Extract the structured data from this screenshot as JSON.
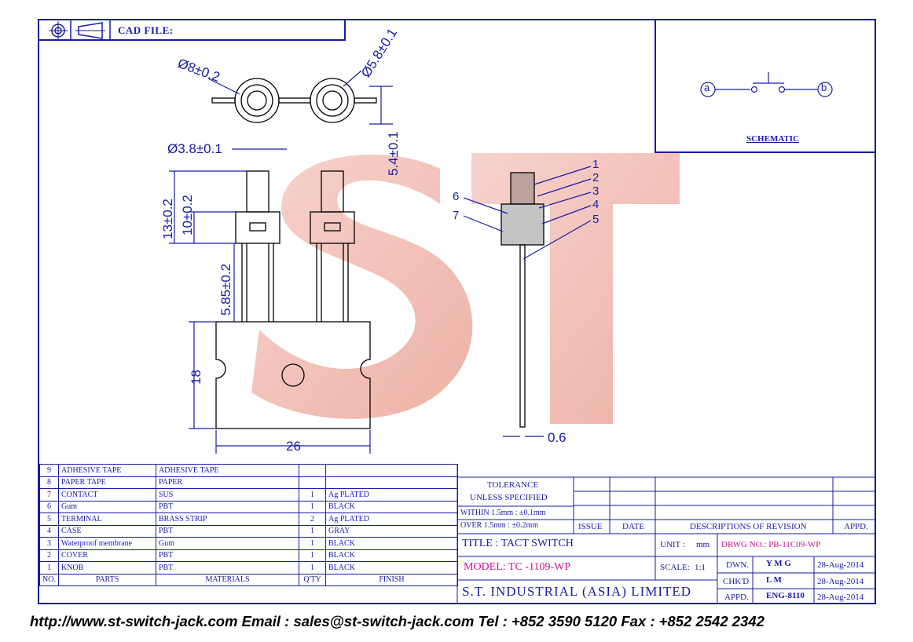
{
  "header": {
    "cad_label": "CAD FILE:"
  },
  "dimensions": {
    "d_outer": "Ø8±0.2",
    "d_inner": "Ø5.8±0.1",
    "d_knob": "Ø3.8±0.1",
    "h_total": "13±0.2",
    "h_body": "10±0.2",
    "h_top": "5.4±0.1",
    "h_pin": "5.85±0.2",
    "h_tape": "18",
    "w_tape": "26",
    "t_tape": "0.6"
  },
  "callouts": [
    "1",
    "2",
    "3",
    "4",
    "5",
    "6",
    "7"
  ],
  "schematic": {
    "terminal_a": "a",
    "terminal_b": "b",
    "label": "SCHEMATIC"
  },
  "parts": [
    {
      "no": "9",
      "part": "ADHESIVE TAPE",
      "material": "ADHESIVE TAPE",
      "qty": "",
      "finish": ""
    },
    {
      "no": "8",
      "part": "PAPER TAPE",
      "material": "PAPER",
      "qty": "",
      "finish": ""
    },
    {
      "no": "7",
      "part": "CONTACT",
      "material": "SUS",
      "qty": "1",
      "finish": "Ag PLATED"
    },
    {
      "no": "6",
      "part": "Gum",
      "material": "PBT",
      "qty": "1",
      "finish": "BLACK"
    },
    {
      "no": "5",
      "part": "TERMINAL",
      "material": "BRASS STRIP",
      "qty": "2",
      "finish": "Ag PLATED"
    },
    {
      "no": "4",
      "part": "CASE",
      "material": "PBT",
      "qty": "1",
      "finish": "GRAY"
    },
    {
      "no": "3",
      "part": "Waterproof membrane",
      "material": "Gum",
      "qty": "1",
      "finish": "BLACK"
    },
    {
      "no": "2",
      "part": "COVER",
      "material": "PBT",
      "qty": "1",
      "finish": "BLACK"
    },
    {
      "no": "1",
      "part": "KNOB",
      "material": "PBT",
      "qty": "1",
      "finish": "BLACK"
    }
  ],
  "parts_header": {
    "no": "NO.",
    "part": "PARTS",
    "material": "MATERIALS",
    "qty": "Q'TY",
    "finish": "FINISH"
  },
  "tolerance": {
    "title": "TOLERANCE",
    "subtitle": "UNLESS SPECIFIED",
    "within": "WITHIN 1.5mm : ±0.1mm",
    "over": "OVER 1.5mm : ±0.2mm"
  },
  "revision": {
    "issue": "ISSUE",
    "date": "DATE",
    "desc": "DESCRIPTIONS OF REVISION",
    "appd": "APPD."
  },
  "title_block": {
    "title": "TITLE : TACT SWITCH",
    "unit_label": "UNIT :",
    "unit_value": "mm",
    "drwg": "DRWG NO.: PB-11C09-WP",
    "model": "MODEL: TC -1109-WP",
    "scale_label": "SCALE:",
    "scale_value": "1:1",
    "company": "S.T. INDUSTRIAL (ASIA) LIMITED",
    "dwn_label": "DWN.",
    "dwn_value": "Y M G",
    "dwn_date": "28-Aug-2014",
    "chkd_label": "CHK'D",
    "chkd_value": "L M",
    "chkd_date": "28-Aug-2014",
    "appd_label": "APPD.",
    "appd_value": "ENG-8110",
    "appd_date": "28-Aug-2014"
  },
  "footer": {
    "text": "http://www.st-switch-jack.com  Email : sales@st-switch-jack.com  Tel : +852 3590 5120  Fax : +852 2542 2342"
  },
  "watermark": "ST",
  "colors": {
    "line": "#1a1aa8",
    "watermark": "#f0b0a8",
    "highlight": "#d01090"
  }
}
